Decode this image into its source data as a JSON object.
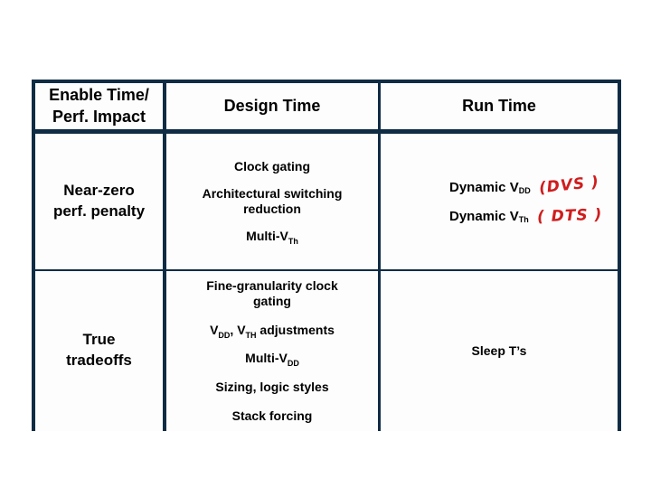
{
  "colors": {
    "table_border": "#102c44",
    "text": "#000000",
    "annotation_red": "#cf1d1d",
    "background": "#ffffff"
  },
  "table": {
    "header": {
      "col1_line1": "Enable Time/",
      "col1_line2": "Perf. Impact",
      "col2": "Design Time",
      "col3": "Run Time"
    },
    "rows": {
      "near_zero": {
        "label_line1": "Near-zero",
        "label_line2": "perf. penalty",
        "design_time": {
          "item1": "Clock gating",
          "item2_line1": "Architectural switching",
          "item2_line2": "reduction",
          "item3_base": "Multi-V",
          "item3_sub": "Th"
        },
        "run_time": {
          "line1_base": "Dynamic V",
          "line1_sub": "DD",
          "line1_annotation": "(DVS )",
          "line2_base": "Dynamic V",
          "line2_sub": "Th",
          "line2_annotation": "( DTS )"
        }
      },
      "true_tradeoffs": {
        "label_line1": "True",
        "label_line2": "tradeoffs",
        "design_time": {
          "item1_line1": "Fine-granularity clock",
          "item1_line2": "gating",
          "item2_seg1": "V",
          "item2_sub1": "DD",
          "item2_seg2": ", V",
          "item2_sub2": "TH",
          "item2_seg3": " adjustments",
          "item3_base": "Multi-V",
          "item3_sub": "DD",
          "item4": "Sizing, logic styles",
          "item5": "Stack forcing"
        },
        "run_time": {
          "item1": "Sleep T’s"
        }
      }
    }
  }
}
